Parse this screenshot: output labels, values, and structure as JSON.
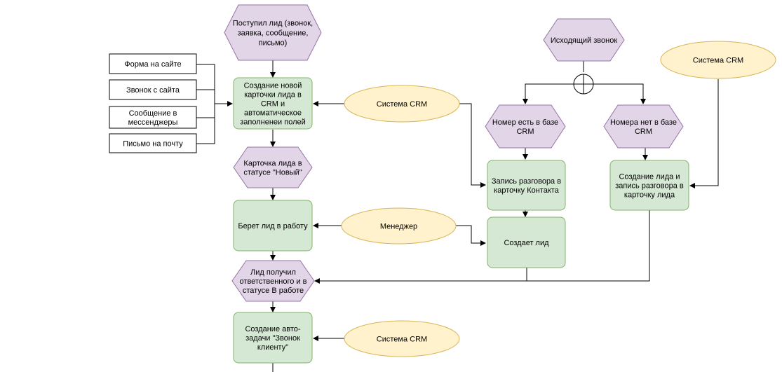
{
  "diagram": {
    "nodes": {
      "lead_received": "Поступил лид (звонок, заявка, сообщение, письмо)",
      "form_site": "Форма на сайте",
      "call_site": "Звонок с сайта",
      "messenger": "Сообщение в мессенджеры",
      "email": "Письмо на почту",
      "create_card": "Создание новой карточки лида в CRM и автоматическое заполнени полей",
      "crm_1": "Система CRM",
      "card_new": "Карточка лида в статусе \"Новый\"",
      "take_lead": "Берет лид в работу",
      "manager": "Менеджер",
      "lead_responsible": "Лид получил ответственного и в статусе В работе",
      "create_task": "Создание авто-задачи \"Звонок клиенту\"",
      "crm_3": "Система CRM",
      "outgoing_call": "Исходящий звонок",
      "number_in_base": "Номер есть в базе CRM",
      "number_not_in_base": "Номера нет в базе CRM",
      "crm_2": "Система CRM",
      "record_contact": "Запись разговора в карточку Контакта",
      "create_lead_manager": "Создает лид",
      "create_lead_record": "Создание лида и запись разговора в карточку лида"
    },
    "lines": {
      "lead_received": [
        "Поступил лид (звонок,",
        "заявка, сообщение,",
        "письмо)"
      ],
      "form_site": [
        "Форма на сайте"
      ],
      "call_site": [
        "Звонок с сайта"
      ],
      "messenger": [
        "Сообщение в",
        "мессенджеры"
      ],
      "email": [
        "Письмо на почту"
      ],
      "create_card": [
        "Создание новой",
        "карточки лида в",
        "CRM и",
        "автоматическое",
        "заполненеи полей"
      ],
      "crm_1": [
        "Система CRM"
      ],
      "card_new": [
        "Карточка лида в",
        "статусе \"Новый\""
      ],
      "take_lead": [
        "Берет лид в работу"
      ],
      "manager": [
        "Менеджер"
      ],
      "lead_responsible": [
        "Лид получил",
        "ответственного и в",
        "статусе В работе"
      ],
      "create_task": [
        "Создание авто-",
        "задачи \"Звонок",
        "клиенту\""
      ],
      "crm_3": [
        "Система CRM"
      ],
      "outgoing_call": [
        "Исходящий звонок"
      ],
      "number_in_base": [
        "Номер есть в базе",
        "CRM"
      ],
      "number_not_in_base": [
        "Номера нет в базе",
        "CRM"
      ],
      "crm_2": [
        "Система CRM"
      ],
      "record_contact": [
        "Запись разговора в",
        "карточку Контакта"
      ],
      "create_lead_manager": [
        "Создает лид"
      ],
      "create_lead_record": [
        "Создание лида и",
        "запись разговора в",
        "карточку лида"
      ]
    },
    "colors": {
      "event_fill": "#e1d5e7",
      "event_stroke": "#9673a6",
      "function_fill": "#d5e8d4",
      "function_stroke": "#82b366",
      "system_fill": "#fff2cc",
      "system_stroke": "#d6b656",
      "source_fill": "#ffffff",
      "source_stroke": "#000000"
    }
  }
}
